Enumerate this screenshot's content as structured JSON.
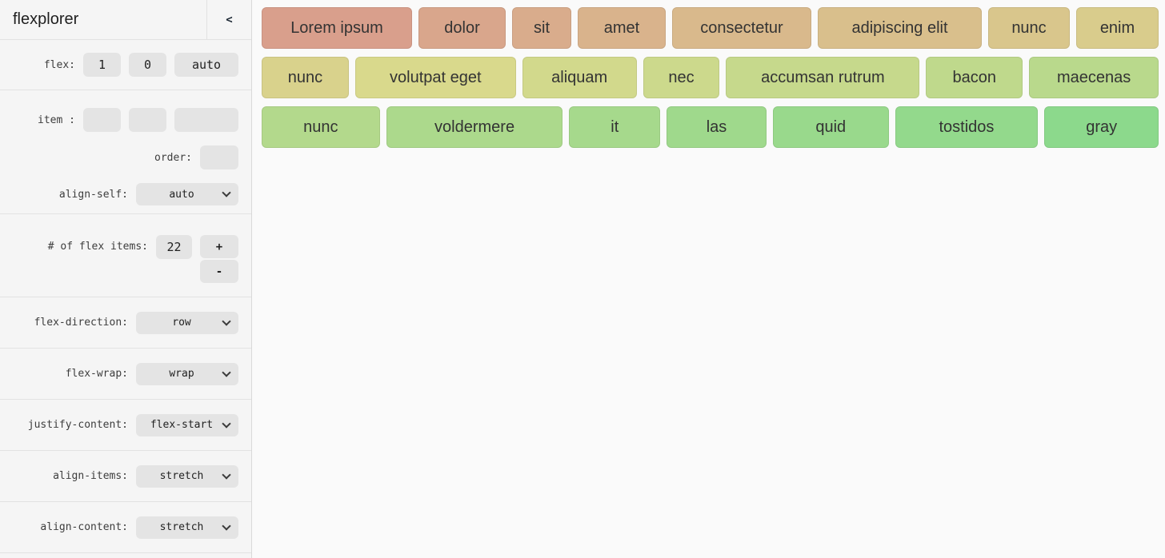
{
  "header": {
    "title": "flexplorer",
    "collapse_label": "<"
  },
  "sidebar": {
    "flex": {
      "label": "flex:",
      "grow": "1",
      "shrink": "0",
      "basis": "auto"
    },
    "item": {
      "label": "item :",
      "grow": "",
      "shrink": "",
      "basis": ""
    },
    "order": {
      "label": "order:",
      "value": ""
    },
    "align_self": {
      "label": "align-self:",
      "value": "auto"
    },
    "count": {
      "label": "# of flex items:",
      "value": "22",
      "plus": "+",
      "minus": "-"
    },
    "selects": [
      {
        "label": "flex-direction:",
        "value": "row"
      },
      {
        "label": "flex-wrap:",
        "value": "wrap"
      },
      {
        "label": "justify-content:",
        "value": "flex-start"
      },
      {
        "label": "align-items:",
        "value": "stretch"
      },
      {
        "label": "align-content:",
        "value": "stretch"
      }
    ]
  },
  "colors": {
    "sidebar_bg": "#f5f5f5",
    "main_bg": "#fafafa",
    "control_bg": "#e4e4e4",
    "divider": "#e2e2e2",
    "item_text": "#333333"
  },
  "flex_items": [
    {
      "label": "Lorem ipsum",
      "color": "#D99F8C",
      "basis": 187
    },
    {
      "label": "dolor",
      "color": "#D9A68C",
      "basis": 108
    },
    {
      "label": "sit",
      "color": "#D9AC8C",
      "basis": 73
    },
    {
      "label": "amet",
      "color": "#D9B38C",
      "basis": 109
    },
    {
      "label": "consectetur",
      "color": "#D9B98C",
      "basis": 173
    },
    {
      "label": "adipiscing elit",
      "color": "#D9BF8C",
      "basis": 204
    },
    {
      "label": "nunc",
      "color": "#D9C68C",
      "basis": 101
    },
    {
      "label": "enim",
      "color": "#D9CC8C",
      "basis": 102
    },
    {
      "label": "nunc",
      "color": "#D9D28C",
      "basis": 108
    },
    {
      "label": "volutpat eget",
      "color": "#D9D98C",
      "basis": 200
    },
    {
      "label": "aliquam",
      "color": "#D2D98C",
      "basis": 142
    },
    {
      "label": "nec",
      "color": "#CCD98C",
      "basis": 95
    },
    {
      "label": "accumsan rutrum",
      "color": "#C6D98C",
      "basis": 241
    },
    {
      "label": "bacon",
      "color": "#BFD98C",
      "basis": 120
    },
    {
      "label": "maecenas",
      "color": "#B9D98C",
      "basis": 161
    },
    {
      "label": "nunc",
      "color": "#B3D98C",
      "basis": 147
    },
    {
      "label": "voldermere",
      "color": "#ACD98C",
      "basis": 220
    },
    {
      "label": "it",
      "color": "#A6D98C",
      "basis": 113
    },
    {
      "label": "las",
      "color": "#9FD98C",
      "basis": 124
    },
    {
      "label": "quid",
      "color": "#99D98C",
      "basis": 144
    },
    {
      "label": "tostidos",
      "color": "#93D98C",
      "basis": 178
    },
    {
      "label": "gray",
      "color": "#8CD98C",
      "basis": 142
    }
  ]
}
